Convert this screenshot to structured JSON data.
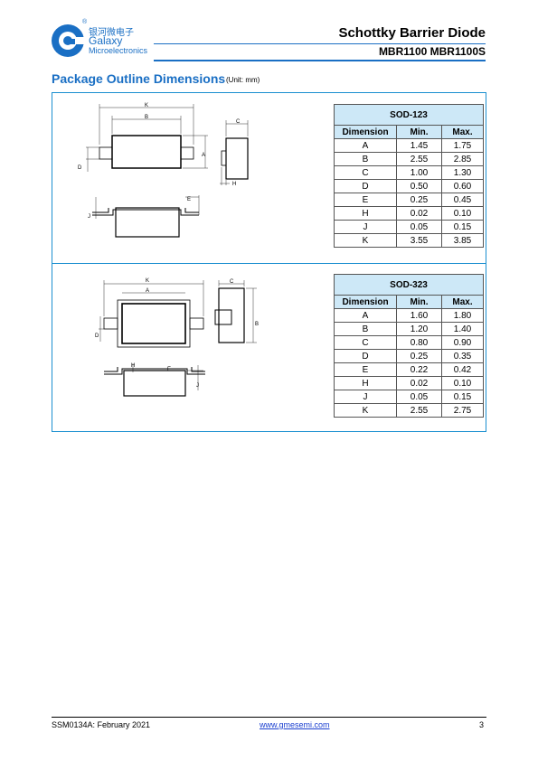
{
  "header": {
    "logo_cn": "银河微电子",
    "logo_reg": "®",
    "logo_en1": "Galaxy",
    "logo_en2": "Microelectronics",
    "title": "Schottky Barrier Diode",
    "subtitle": "MBR1100  MBR1100S"
  },
  "section": {
    "title": "Package Outline Dimensions",
    "unit": "(Unit: mm)"
  },
  "drawing_labels": {
    "K": "K",
    "B": "B",
    "C": "C",
    "A": "A",
    "D": "D",
    "H": "H",
    "E": "E",
    "J": "J"
  },
  "sod123": {
    "title": "SOD-123",
    "headers": [
      "Dimension",
      "Min.",
      "Max."
    ],
    "rows": [
      [
        "A",
        "1.45",
        "1.75"
      ],
      [
        "B",
        "2.55",
        "2.85"
      ],
      [
        "C",
        "1.00",
        "1.30"
      ],
      [
        "D",
        "0.50",
        "0.60"
      ],
      [
        "E",
        "0.25",
        "0.45"
      ],
      [
        "H",
        "0.02",
        "0.10"
      ],
      [
        "J",
        "0.05",
        "0.15"
      ],
      [
        "K",
        "3.55",
        "3.85"
      ]
    ]
  },
  "sod323": {
    "title": "SOD-323",
    "headers": [
      "Dimension",
      "Min.",
      "Max."
    ],
    "rows": [
      [
        "A",
        "1.60",
        "1.80"
      ],
      [
        "B",
        "1.20",
        "1.40"
      ],
      [
        "C",
        "0.80",
        "0.90"
      ],
      [
        "D",
        "0.25",
        "0.35"
      ],
      [
        "E",
        "0.22",
        "0.42"
      ],
      [
        "H",
        "0.02",
        "0.10"
      ],
      [
        "J",
        "0.05",
        "0.15"
      ],
      [
        "K",
        "2.55",
        "2.75"
      ]
    ]
  },
  "footer": {
    "doc": "SSM0134A: February 2021",
    "url": "www.gmesemi.com",
    "page": "3"
  }
}
